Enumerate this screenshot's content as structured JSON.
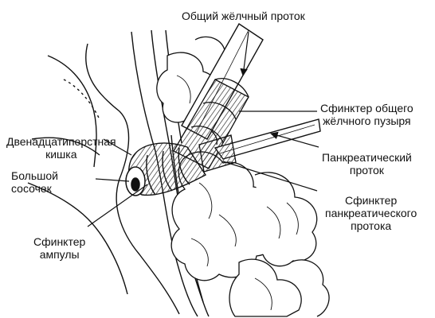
{
  "labels": {
    "common_bile_duct": [
      "Общий жёлчный проток"
    ],
    "common_bile_sphincter": [
      "Сфинктер общего",
      "жёлчного пузыря"
    ],
    "duodenum": [
      "Двенадцатиперстная",
      "кишка"
    ],
    "major_papilla": [
      "Большой",
      "сосочек"
    ],
    "pancreatic_duct": [
      "Панкреатический",
      "проток"
    ],
    "pancreatic_sphincter": [
      "Сфинктер",
      "панкреатического",
      "протока"
    ],
    "ampulla_sphincter": [
      "Сфинктер",
      "ампулы"
    ]
  },
  "colors": {
    "ink": "#111111",
    "background": "#ffffff"
  }
}
